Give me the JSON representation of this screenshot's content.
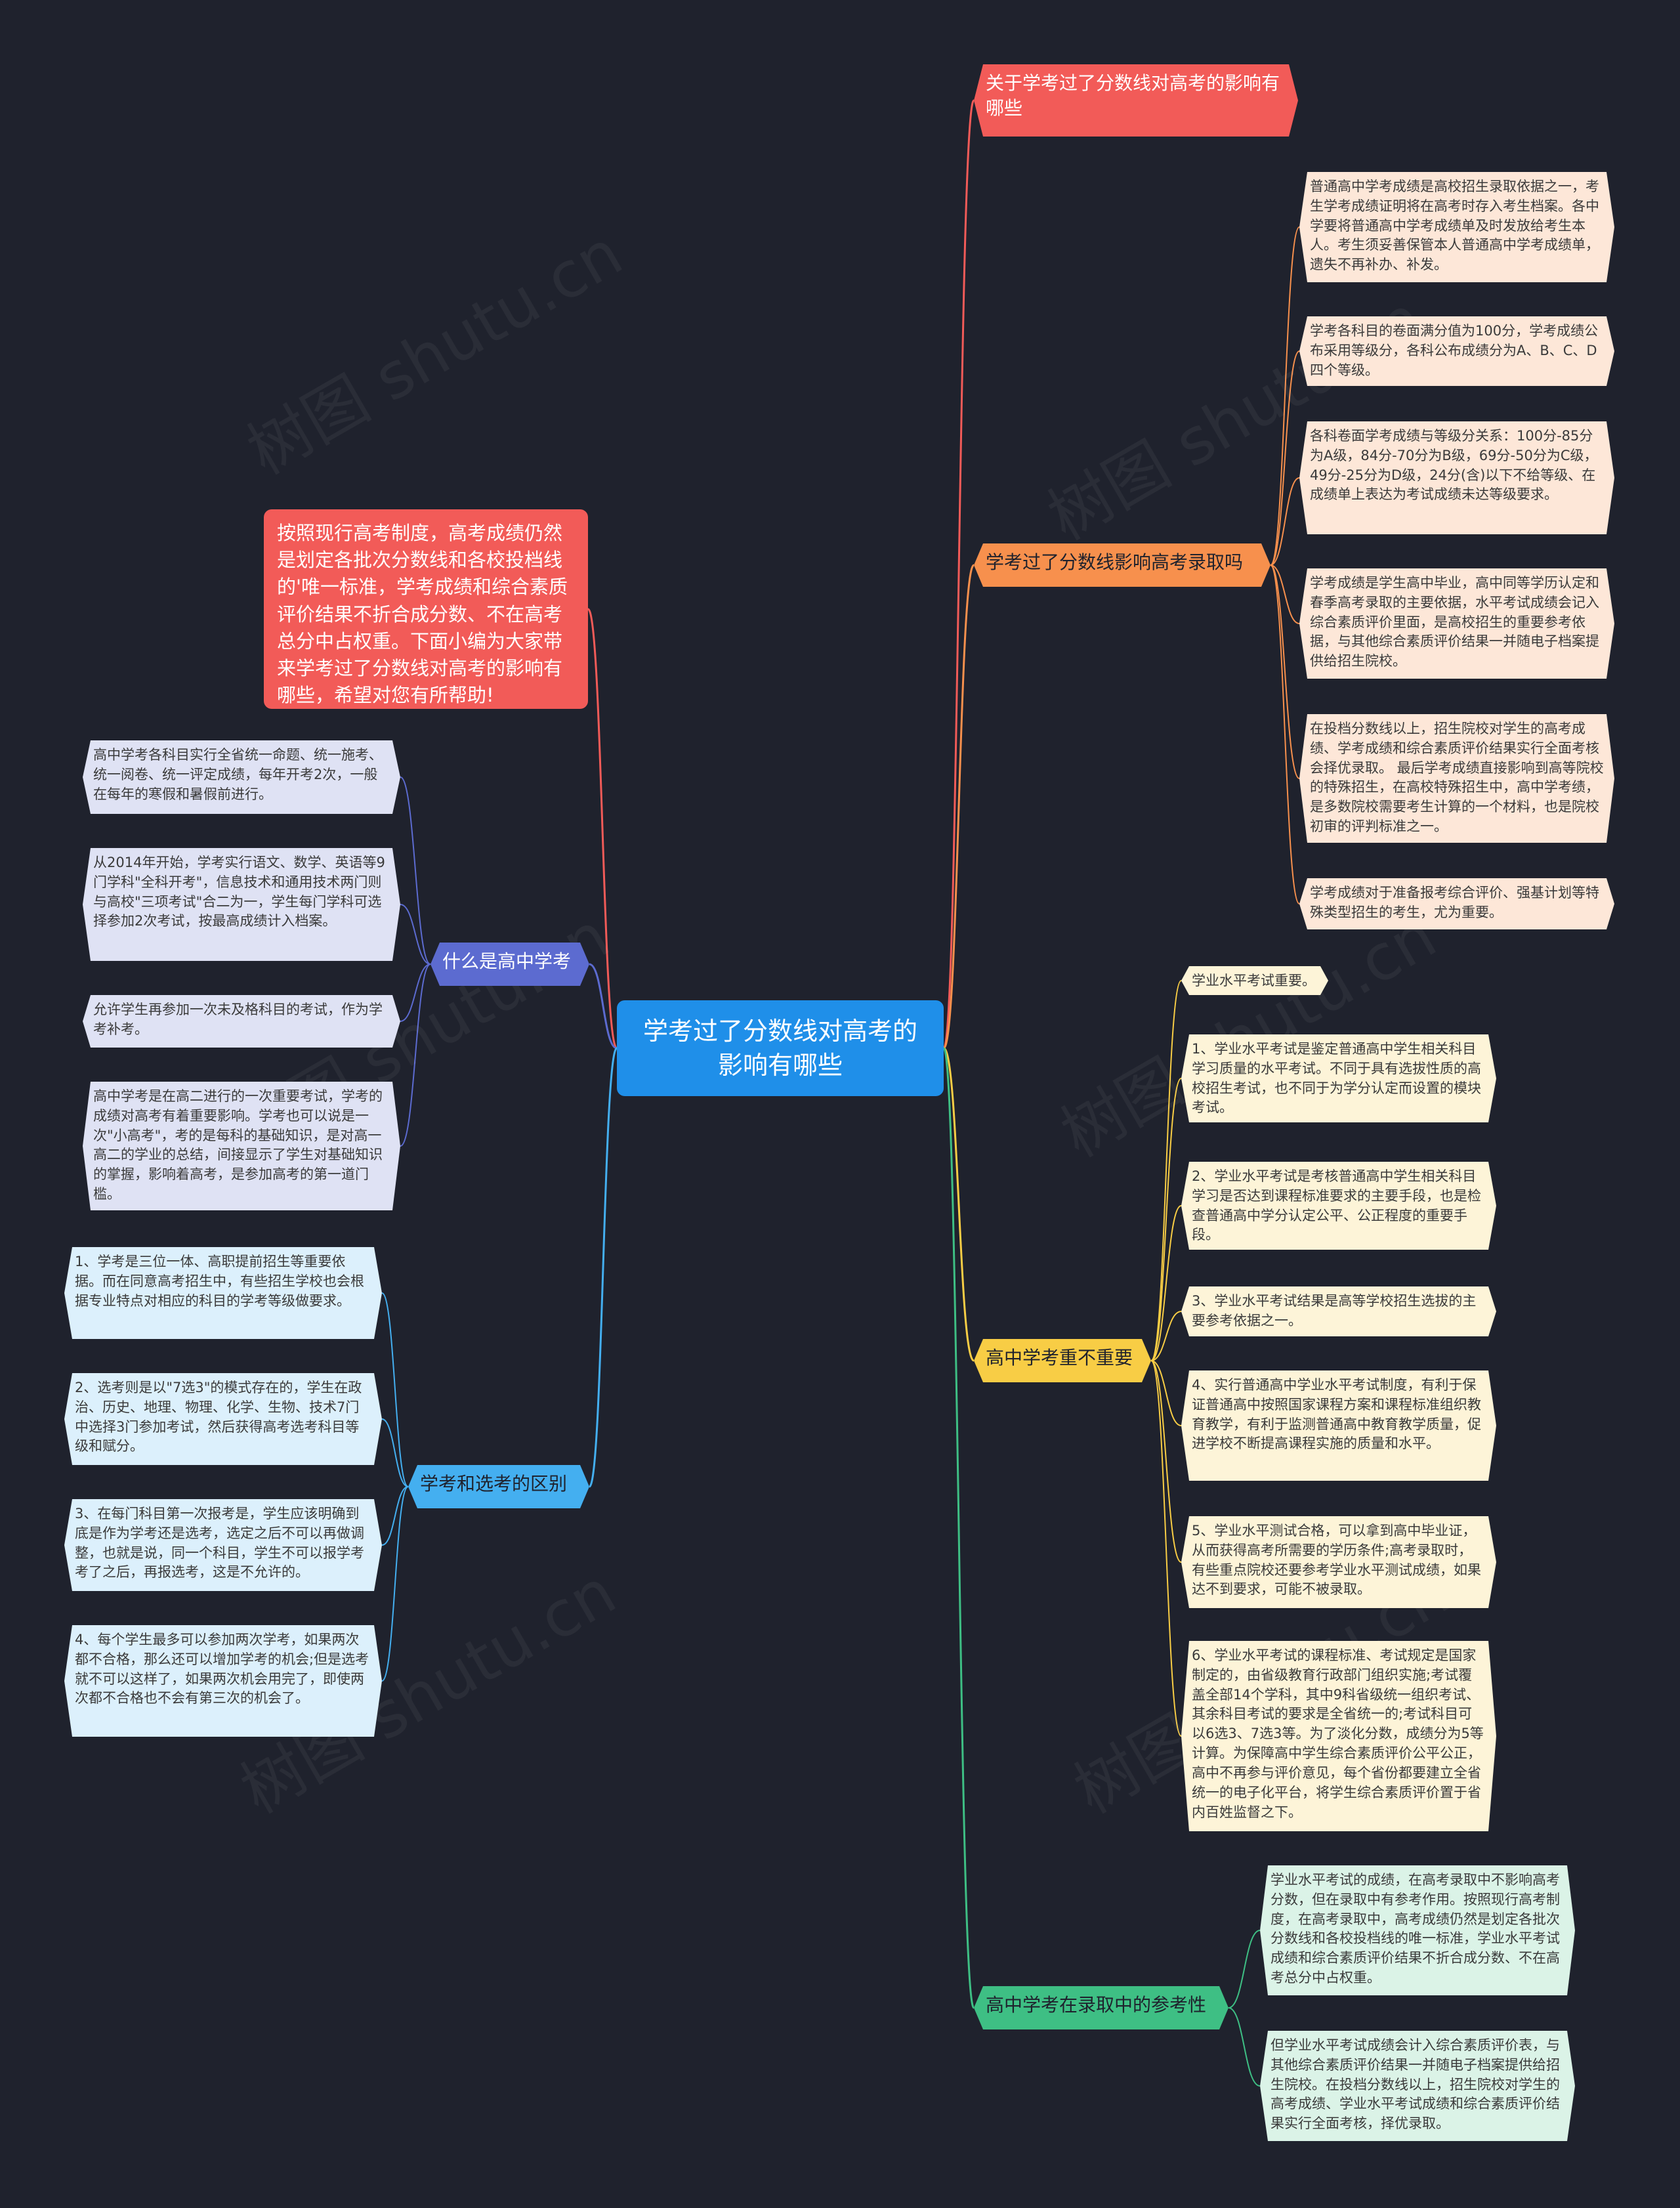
{
  "colors": {
    "background": "#1f222d",
    "root": "#1f8fe9",
    "red": "#f25b58",
    "orange": "#f7904d",
    "orange_leaf": "#fde7d8",
    "yellow": "#f8cd45",
    "yellow_leaf": "#fdf4d8",
    "green": "#3ebf84",
    "green_leaf": "#dbf3e7",
    "indigo": "#5c6bd0",
    "indigo_leaf": "#dfe2f4",
    "sky": "#44aff0",
    "sky_leaf": "#dcf0fc"
  },
  "watermark": "树图 shutu.cn",
  "root": {
    "label": "学考过了分数线对高考的影响有哪些"
  },
  "right_branches": [
    {
      "label": "关于学考过了分数线对高考的影响有哪些",
      "items": []
    },
    {
      "label": "学考过了分数线影响高考录取吗",
      "items": [
        "普通高中学考成绩是高校招生录取依据之一，考生学考成绩证明将在高考时存入考生档案。各中学要将普通高中学考成绩单及时发放给考生本人。考生须妥善保管本人普通高中学考成绩单，遗失不再补办、补发。",
        "学考各科目的卷面满分值为100分，学考成绩公布采用等级分，各科公布成绩分为A、B、C、D四个等级。",
        "各科卷面学考成绩与等级分关系：100分-85分为A级，84分-70分为B级，69分-50分为C级，49分-25分为D级，24分(含)以下不给等级、在成绩单上表达为考试成绩未达等级要求。",
        "学考成绩是学生高中毕业，高中同等学历认定和春季高考录取的主要依据，水平考试成绩会记入综合素质评价里面，是高校招生的重要参考依据，与其他综合素质评价结果一并随电子档案提供给招生院校。",
        "在投档分数线以上，招生院校对学生的高考成绩、学考成绩和综合素质评价结果实行全面考核会择优录取。 最后学考成绩直接影响到高等院校的特殊招生，在高校特殊招生中，高中学考绩，是多数院校需要考生计算的一个材料，也是院校初审的评判标准之一。",
        "学考成绩对于准备报考综合评价、强基计划等特殊类型招生的考生，尤为重要。"
      ]
    },
    {
      "label": "高中学考重不重要",
      "items": [
        "学业水平考试重要。",
        "1、学业水平考试是鉴定普通高中学生相关科目学习质量的水平考试。不同于具有选拔性质的高校招生考试，也不同于为学分认定而设置的模块考试。",
        "2、学业水平考试是考核普通高中学生相关科目学习是否达到课程标准要求的主要手段，也是检查普通高中学分认定公平、公正程度的重要手段。",
        "3、学业水平考试结果是高等学校招生选拔的主要参考依据之一。",
        "4、实行普通高中学业水平考试制度，有利于保证普通高中按照国家课程方案和课程标准组织教育教学，有利于监测普通高中教育教学质量，促进学校不断提高课程实施的质量和水平。",
        "5、学业水平测试合格，可以拿到高中毕业证，从而获得高考所需要的学历条件;高考录取时，有些重点院校还要参考学业水平测试成绩，如果达不到要求，可能不被录取。",
        "6、学业水平考试的课程标准、考试规定是国家制定的，由省级教育行政部门组织实施;考试覆盖全部14个学科，其中9科省级统一组织考试、其余科目考试的要求是全省统一的;考试科目可以6选3、7选3等。为了淡化分数，成绩分为5等计算。为保障高中学生综合素质评价公平公正，高中不再参与评价意见，每个省份都要建立全省统一的电子化平台，将学生综合素质评价置于省内百姓监督之下。"
      ]
    },
    {
      "label": "高中学考在录取中的参考性",
      "items": [
        "学业水平考试的成绩，在高考录取中不影响高考分数，但在录取中有参考作用。按照现行高考制度，在高考录取中，高考成绩仍然是划定各批次分数线和各校投档线的唯一标准，学业水平考试成绩和综合素质评价结果不折合成分数、不在高考总分中占权重。",
        "但学业水平考试成绩会计入综合素质评价表，与其他综合素质评价结果一并随电子档案提供给招生院校。在投档分数线以上，招生院校对学生的高考成绩、学业水平考试成绩和综合素质评价结果实行全面考核，择优录取。"
      ]
    }
  ],
  "intro": "按照现行高考制度，高考成绩仍然是划定各批次分数线和各校投档线的'唯一标准，学考成绩和综合素质评价结果不折合成分数、不在高考总分中占权重。下面小编为大家带来学考过了分数线对高考的影响有哪些，希望对您有所帮助!",
  "left_branches": [
    {
      "label": "什么是高中学考",
      "items": [
        "高中学考各科目实行全省统一命题、统一施考、统一阅卷、统一评定成绩，每年开考2次，一般在每年的寒假和暑假前进行。",
        "从2014年开始，学考实行语文、数学、英语等9门学科\"全科开考\"，信息技术和通用技术两门则与高校\"三项考试\"合二为一，学生每门学科可选择参加2次考试，按最高成绩计入档案。",
        "允许学生再参加一次未及格科目的考试，作为学考补考。",
        "高中学考是在高二进行的一次重要考试，学考的成绩对高考有着重要影响。学考也可以说是一次\"小高考\"，考的是每科的基础知识，是对高一高二的学业的总结，间接显示了学生对基础知识的掌握，影响着高考，是参加高考的第一道门槛。"
      ]
    },
    {
      "label": "学考和选考的区别",
      "items": [
        "1、学考是三位一体、高职提前招生等重要依据。而在同意高考招生中，有些招生学校也会根据专业特点对相应的科目的学考等级做要求。",
        "2、选考则是以\"7选3\"的模式存在的，学生在政治、历史、地理、物理、化学、生物、技术7门中选择3门参加考试，然后获得高考选考科目等级和赋分。",
        "3、在每门科目第一次报考是，学生应该明确到底是作为学考还是选考，选定之后不可以再做调整，也就是说，同一个科目，学生不可以报学考考了之后，再报选考，这是不允许的。",
        "4、每个学生最多可以参加两次学考，如果两次都不合格，那么还可以增加学考的机会;但是选考就不可以这样了，如果两次机会用完了，即使两次都不合格也不会有第三次的机会了。"
      ]
    }
  ]
}
